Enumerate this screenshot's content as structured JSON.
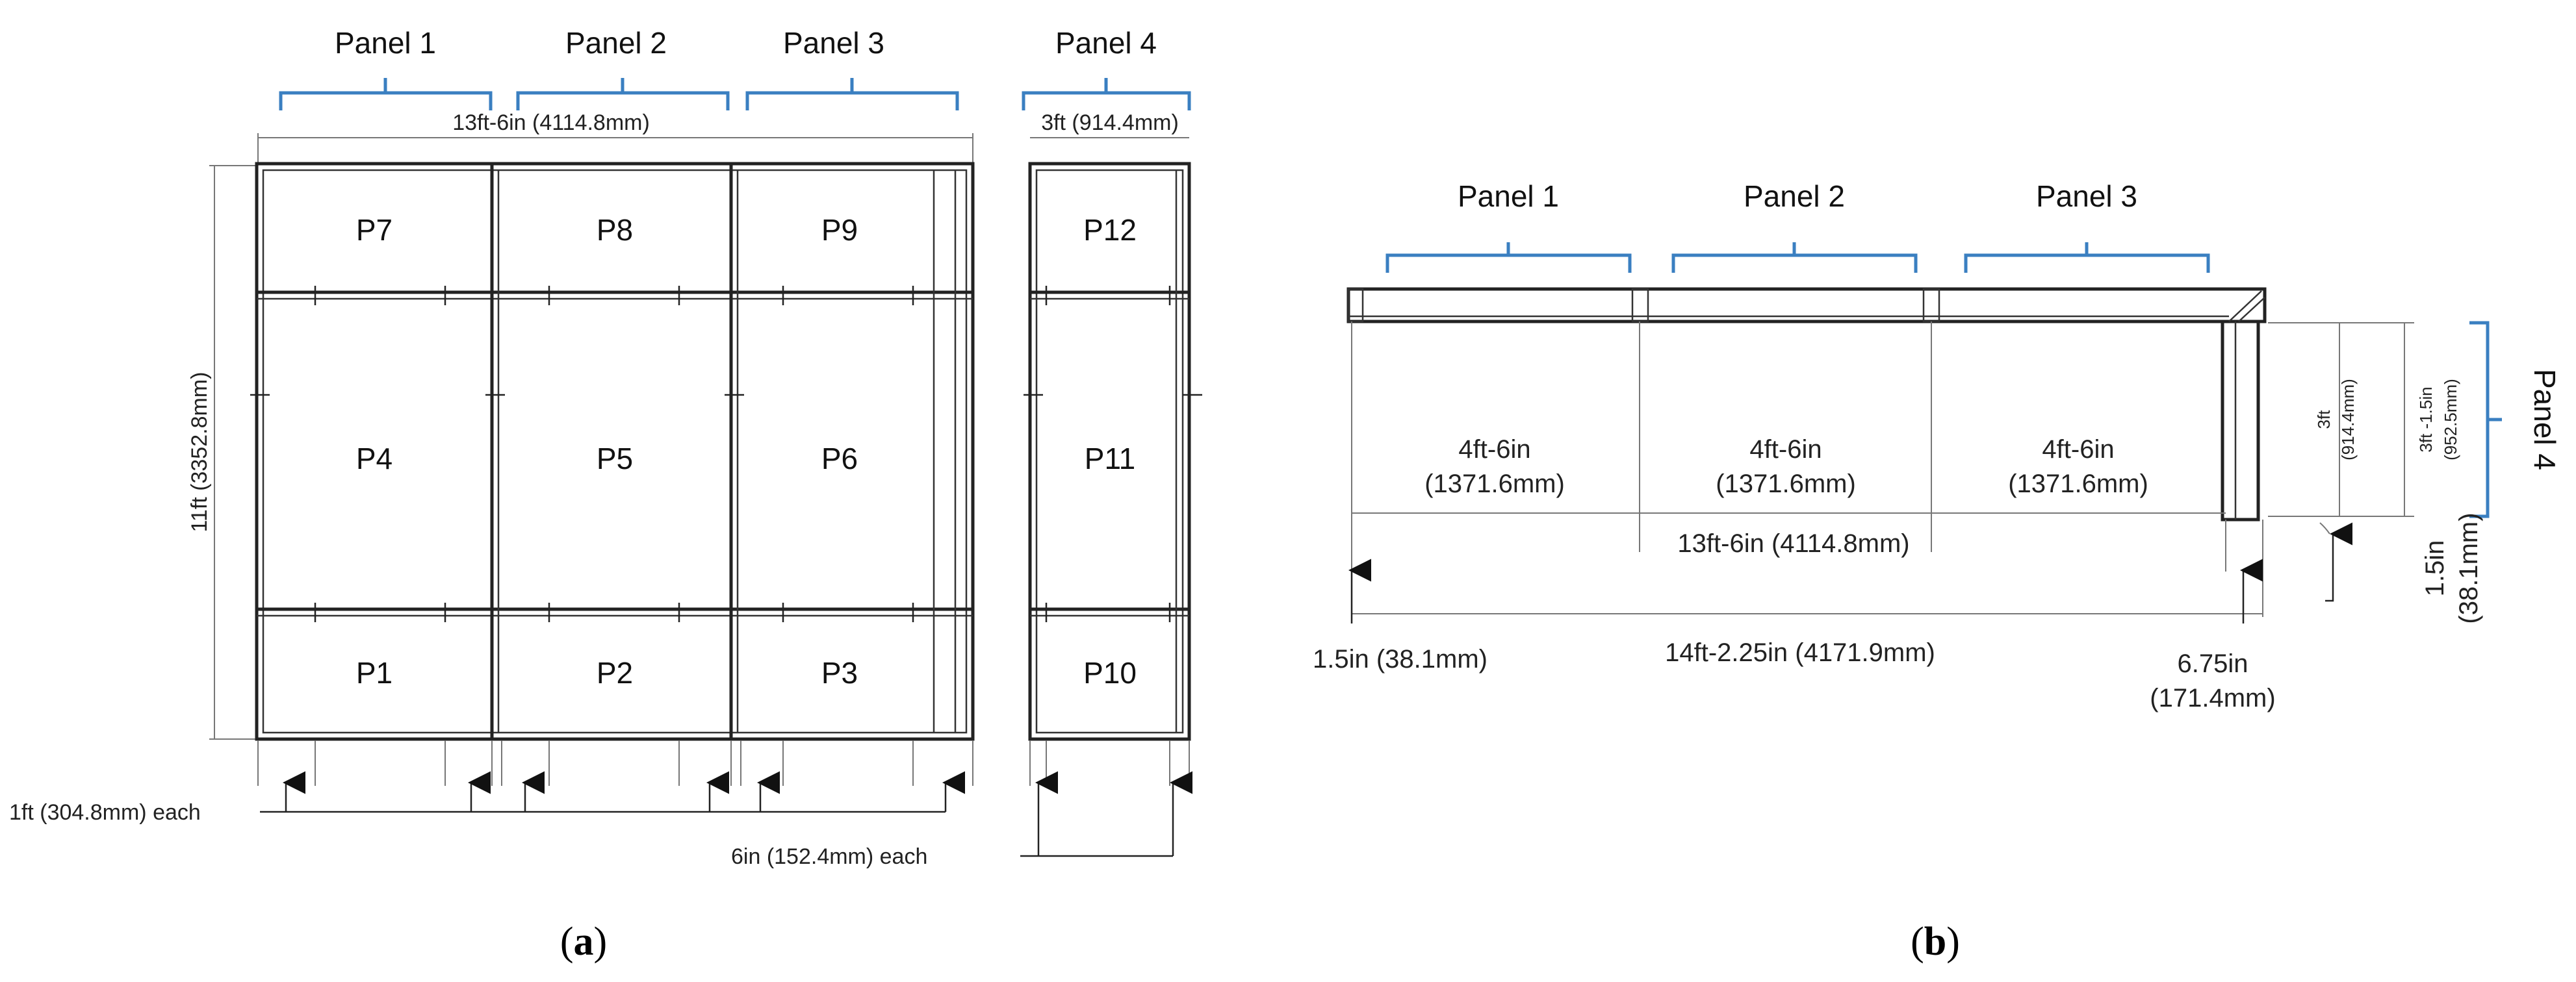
{
  "figure_a": {
    "panel_titles": [
      "Panel 1",
      "Panel 2",
      "Panel 3",
      "Panel 4"
    ],
    "width_label": "13ft-6in (4114.8mm)",
    "panel4_width_label": "3ft (914.4mm)",
    "height_label": "11ft (3352.8mm)",
    "pieces": [
      "P7",
      "P8",
      "P9",
      "P12",
      "P4",
      "P5",
      "P6",
      "P11",
      "P1",
      "P2",
      "P3",
      "P10"
    ],
    "spacing_label_1": "1ft (304.8mm) each",
    "spacing_label_2": "6in (152.4mm) each",
    "caption_prefix": "(",
    "caption_letter": "a",
    "caption_suffix": ")"
  },
  "figure_b": {
    "panel_titles": [
      "Panel 1",
      "Panel 2",
      "Panel 3",
      "Panel 4"
    ],
    "segment_ft": [
      "4ft-6in",
      "4ft-6in",
      "4ft-6in"
    ],
    "segment_mm": [
      "(1371.6mm)",
      "(1371.6mm)",
      "(1371.6mm)"
    ],
    "total_inner": "13ft-6in (4114.8mm)",
    "total_outer": "14ft-2.25in (4171.9mm)",
    "left_offset": "1.5in (38.1mm)",
    "right_offset_1": "6.75in",
    "right_offset_2": "(171.4mm)",
    "panel4_depth_ft": "3ft",
    "panel4_depth_mm": "(914.4mm)",
    "panel4_total_ft": "3ft -1.5in",
    "panel4_total_mm": "(952.5mm)",
    "end_offset_1": "1.5in",
    "end_offset_2": "(38.1mm)",
    "caption_prefix": "(",
    "caption_letter": "b",
    "caption_suffix": ")"
  }
}
